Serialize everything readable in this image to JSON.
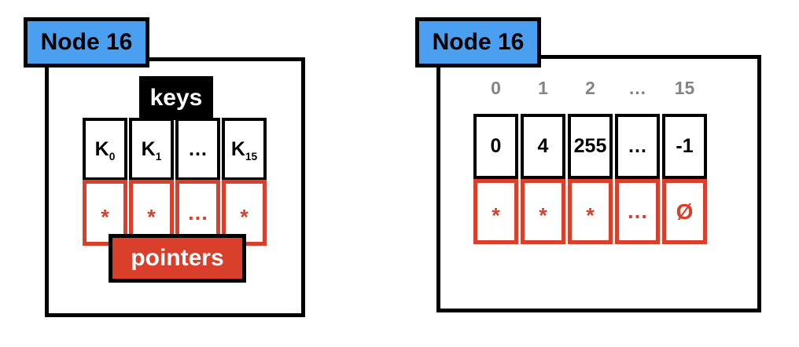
{
  "colors": {
    "node_label_blue": "#4A9FF0",
    "pointer_red": "#D93F2B",
    "border_black": "#000000",
    "index_gray": "#848484"
  },
  "left_node": {
    "title": "Node 16",
    "keys_label": "keys",
    "pointers_label": "pointers",
    "key_cells": [
      {
        "base": "K",
        "sub": "0"
      },
      {
        "base": "K",
        "sub": "1"
      },
      {
        "base": "…",
        "sub": ""
      },
      {
        "base": "K",
        "sub": "15"
      }
    ],
    "pointer_cells": [
      "*",
      "*",
      "…",
      "*"
    ]
  },
  "right_node": {
    "title": "Node 16",
    "index_labels": [
      "0",
      "1",
      "2",
      "…",
      "15"
    ],
    "key_cells": [
      "0",
      "4",
      "255",
      "…",
      "-1"
    ],
    "pointer_cells": [
      "*",
      "*",
      "*",
      "…",
      "Ø"
    ]
  }
}
